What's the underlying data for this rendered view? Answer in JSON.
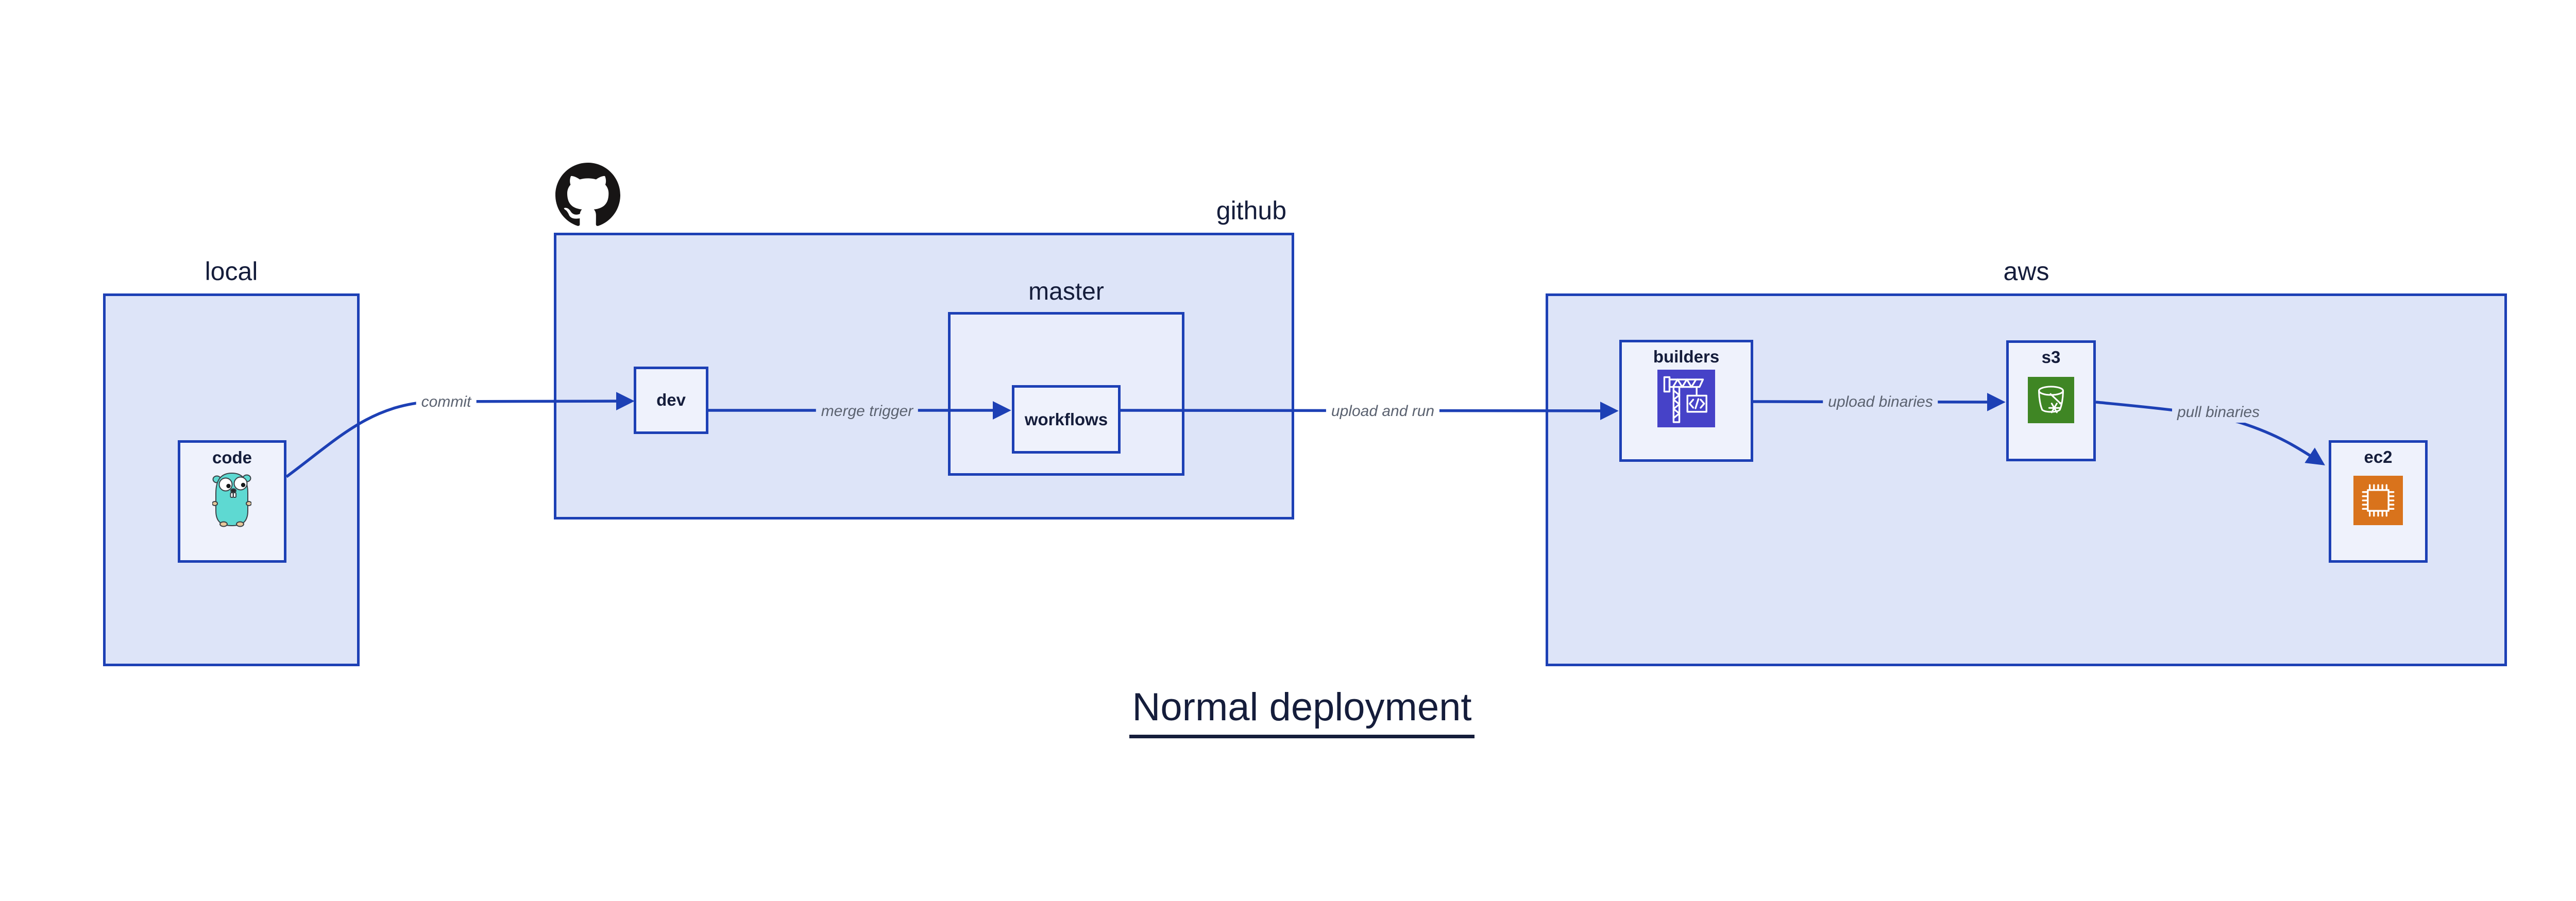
{
  "title": {
    "text": "Normal deployment"
  },
  "colors": {
    "canvas_bg": "#ffffff",
    "container_fill": "#dde4f8",
    "nested_container_fill": "#e9edfb",
    "node_fill": "#eff2fc",
    "border_blue": "#1d40b5",
    "label_navy": "#151d3b",
    "edge_label_gray": "#5b6270",
    "builders_icon_bg": "#4642c8",
    "s3_icon_bg": "#3f8624",
    "ec2_icon_bg": "#d9731c",
    "gopher_teal": "#5ed9d2",
    "github_logo_black": "#171515"
  },
  "containers": {
    "local": {
      "label": "local"
    },
    "github": {
      "label": "github"
    },
    "master": {
      "label": "master"
    },
    "aws": {
      "label": "aws"
    }
  },
  "nodes": {
    "code": {
      "label": "code",
      "icon": "go-gopher-icon"
    },
    "dev": {
      "label": "dev"
    },
    "workflows": {
      "label": "workflows"
    },
    "builders": {
      "label": "builders",
      "icon": "codebuild-crane-icon"
    },
    "s3": {
      "label": "s3",
      "icon": "s3-glacier-bucket-icon"
    },
    "ec2": {
      "label": "ec2",
      "icon": "ec2-chip-icon"
    }
  },
  "edges": {
    "commit": {
      "label": "commit",
      "from": "code",
      "to": "dev"
    },
    "merge_trigger": {
      "label": "merge trigger",
      "from": "dev",
      "to": "workflows"
    },
    "upload_and_run": {
      "label": "upload and run",
      "from": "workflows",
      "to": "builders"
    },
    "upload_binaries": {
      "label": "upload binaries",
      "from": "builders",
      "to": "s3"
    },
    "pull_binaries": {
      "label": "pull binaries",
      "from": "s3",
      "to": "ec2"
    }
  }
}
